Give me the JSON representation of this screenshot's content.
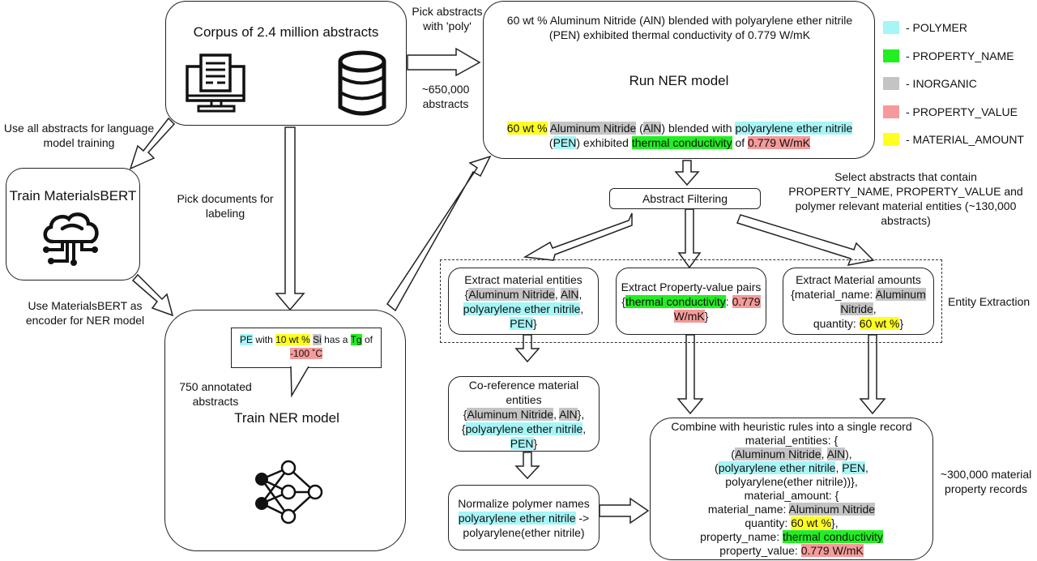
{
  "corpus": {
    "title": "Corpus of 2.4 million abstracts",
    "pick_label": "Pick abstracts with 'poly'",
    "count_label": "~650,000 abstracts"
  },
  "ner_run": {
    "raw_sentence_line1": "60 wt % Aluminum Nitride (AlN) blended with polyarylene ether nitrile",
    "raw_sentence_line2": "(PEN) exhibited thermal conductivity of 0.779 W/mK",
    "run_label": "Run NER model",
    "annotated": {
      "amount": "60 wt %",
      "inorganic1": "Aluminum Nitride",
      "t1": " (",
      "inorganic2": "AlN",
      "t2": ") blended with ",
      "polymer1": "polyarylene ether nitrile",
      "t3": "(",
      "polymer2": "PEN",
      "t4": ") exhibited ",
      "propname": "thermal conductivity",
      "t5": " of ",
      "propval": "0.779 W/mK"
    }
  },
  "legend": [
    {
      "label": "- POLYMER",
      "color": "#a6f5f7"
    },
    {
      "label": "- PROPERTY_NAME",
      "color": "#22ee22"
    },
    {
      "label": "- INORGANIC",
      "color": "#c4c4c4"
    },
    {
      "label": "- PROPERTY_VALUE",
      "color": "#f59a9a"
    },
    {
      "label": "- MATERIAL_AMOUNT",
      "color": "#ffff22"
    }
  ],
  "lm_training_label": "Use all abstracts for language model training",
  "materialsbert": {
    "title": "Train MaterialsBERT"
  },
  "encoder_label": "Use MaterialsBERT as encoder for NER model",
  "pick_docs_label": "Pick documents for labeling",
  "ner_train": {
    "callout": {
      "polymer": "PE",
      "t1": " with ",
      "amount": "10 wt %",
      "t2": " ",
      "inorganic": "Si",
      "t3": " has a ",
      "propname": "Tg",
      "t4": " of",
      "propval": "-100 ˚C"
    },
    "annotated_label": "750 annotated abstracts",
    "title": "Train NER model"
  },
  "filtering": {
    "label": "Abstract Filtering",
    "note": "Select abstracts that contain PROPERTY_NAME, PROPERTY_VALUE and polymer relevant material entities (~130,000 abstracts)"
  },
  "entity_extraction": {
    "group_label": "Entity Extraction",
    "material_entities": {
      "title": "Extract material entities",
      "open": "{",
      "inorg1": "Aluminum Nitride",
      "sep1": ", ",
      "inorg2": "AlN",
      "sep2": ",",
      "poly1": "polyarylene ether nitrile",
      "sep3": ",",
      "poly2": "PEN",
      "close": "}"
    },
    "property_pairs": {
      "title": "Extract Property-value pairs",
      "open": "{",
      "propname": "thermal conductivity",
      "sep": ": ",
      "propval1": "0.779",
      "propval2": "W/mK",
      "close": "}"
    },
    "material_amounts": {
      "title": "Extract Material amounts",
      "prefix": "{material_name: ",
      "inorg1": "Aluminum",
      "inorg2": "Nitride",
      "sep": ",",
      "qty_label": "quantity: ",
      "amount": "60 wt %",
      "close": "}"
    }
  },
  "coref": {
    "title": "Co-reference material entities",
    "open1": "{",
    "inorg1": "Aluminum Nitride",
    "sep1": ", ",
    "inorg2": "AlN",
    "close1": "},",
    "open2": "{",
    "poly1": "polyarylene ether nitrile",
    "sep2": ",",
    "poly2": "PEN",
    "close2": "}"
  },
  "normalize": {
    "title": "Normalize polymer names",
    "poly": "polyarylene ether nitrile",
    "arrow": " ->",
    "normalized": "polyarylene(ether nitrile)"
  },
  "combine": {
    "title": "Combine with heuristic rules into a single record",
    "l1": "material_entities: {",
    "l2_open": "(",
    "l2_inorg1": "Aluminum Nitride",
    "l2_sep": ", ",
    "l2_inorg2": "AlN",
    "l2_close": "),",
    "l3_open": "(",
    "l3_poly1": "polyarylene ether nitrile",
    "l3_sep": ", ",
    "l3_poly2": "PEN",
    "l3_close": ",",
    "l4": "polyarylene(ether nitrile))},",
    "l5": "material_amount: {",
    "l6_label": "material_name: ",
    "l6_inorg": "Aluminum Nitride",
    "l7_label": "quantity: ",
    "l7_amount": "60 wt %",
    "l7_close": "},",
    "l8_label": "property_name: ",
    "l8_propname": "thermal conductivity",
    "l9_label": "property_value: ",
    "l9_propval": "0.779 W/mK"
  },
  "records_label": "~300,000 material property records"
}
